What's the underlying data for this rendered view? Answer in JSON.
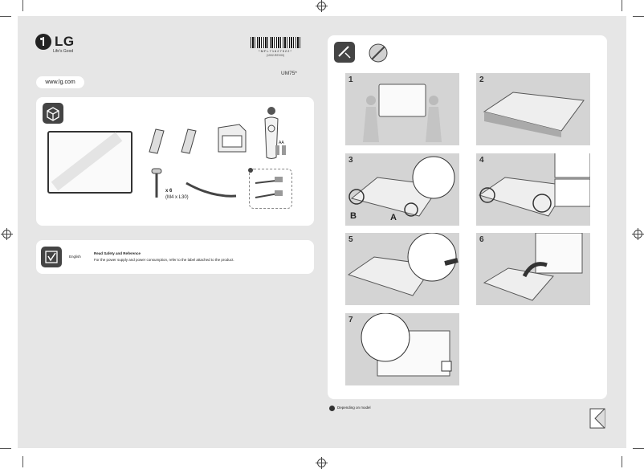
{
  "brand": {
    "logo_text": "LG",
    "tagline": "Life's Good",
    "url": "www.lg.com"
  },
  "barcode": {
    "number": "*MFL71627522*",
    "code": "(1902-REV00)"
  },
  "model": "UM75*",
  "accessories": {
    "screw_count": "x 6",
    "screw_spec": "(M4 x L30)",
    "battery_label": "AA"
  },
  "safety": {
    "language": "English",
    "title": "Read Safety and Reference",
    "text": "For the power supply and power consumption, refer to the label attached to the product."
  },
  "steps": [
    {
      "number": "1"
    },
    {
      "number": "2"
    },
    {
      "number": "3"
    },
    {
      "number": "4"
    },
    {
      "number": "5"
    },
    {
      "number": "6"
    },
    {
      "number": "7"
    }
  ],
  "step3_labels": {
    "b": "B",
    "a": "A"
  },
  "footnote": "Depending on model",
  "colors": {
    "panel": "#e6e6e6",
    "card": "#ffffff",
    "illustration": "#d4d4d4",
    "icon": "#444444"
  }
}
